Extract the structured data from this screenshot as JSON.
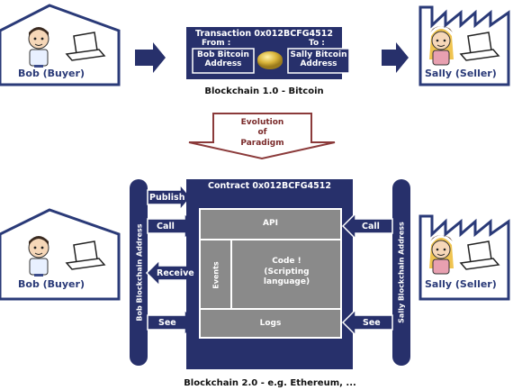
{
  "top": {
    "buyer_label": "Bob (Buyer)",
    "seller_label": "Sally (Seller)",
    "transaction_title": "Transaction 0x012BCFG4512",
    "from_label": "From :",
    "to_label": "To :",
    "from_address": [
      "Bob Bitcoin",
      "Address"
    ],
    "to_address": [
      "Sally Bitcoin",
      "Address"
    ],
    "caption": "Blockchain 1.0 - Bitcoin"
  },
  "evolution": [
    "Evolution",
    "of",
    "Paradigm"
  ],
  "bottom": {
    "buyer_label": "Bob (Buyer)",
    "seller_label": "Sally (Seller)",
    "contract_title": "Contract 0x012BCFG4512",
    "left_bar": "Bob Blockchain Address",
    "right_bar": "Sally Blockchain Address",
    "left_arrows": {
      "publish": "Publish",
      "call": "Call",
      "receive": "Receive",
      "see": "See"
    },
    "right_arrows": {
      "call": "Call",
      "see": "See"
    },
    "sections": {
      "api": "API",
      "events": "Events",
      "code": [
        "Code !",
        "(Scripting",
        "language)"
      ],
      "logs": "Logs"
    },
    "caption": "Blockchain 2.0 - e.g. Ethereum, ..."
  },
  "colors": {
    "navy": "#27306b",
    "gray": "#8a8a8a",
    "house_stroke": "#2a3a78",
    "evolution_stroke": "#8b3a3a",
    "coin": "#d9b43a"
  }
}
